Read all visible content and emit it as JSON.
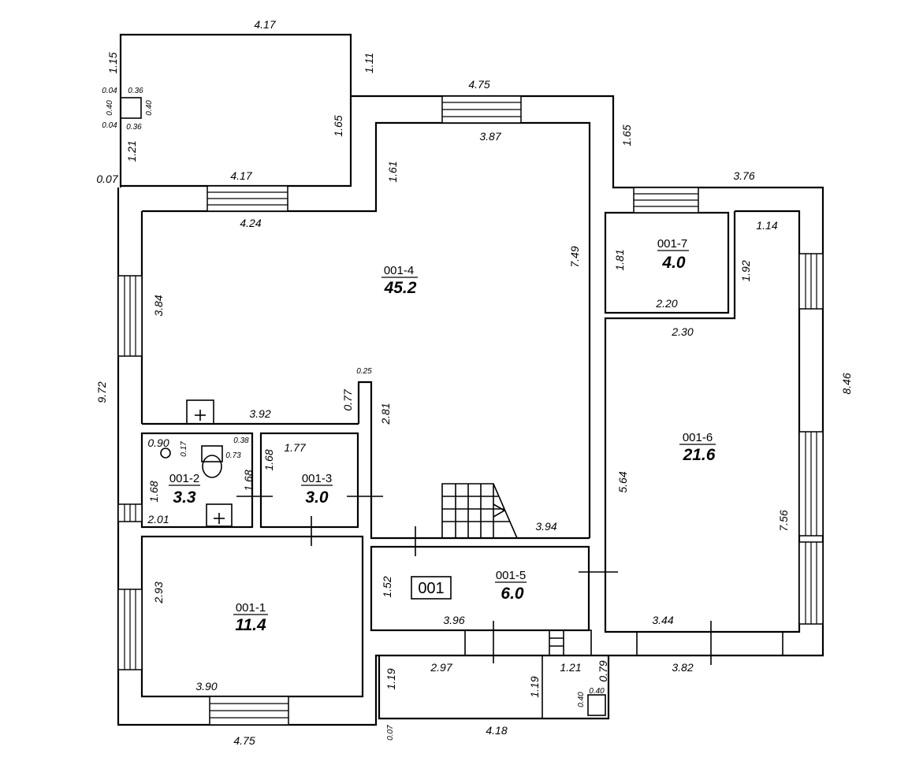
{
  "plan": {
    "title": "Floor plan 001",
    "label": "001",
    "rooms": {
      "r1": {
        "id": "001-1",
        "area": "11.4"
      },
      "r2": {
        "id": "001-2",
        "area": "3.3"
      },
      "r3": {
        "id": "001-3",
        "area": "3.0"
      },
      "r4": {
        "id": "001-4",
        "area": "45.2"
      },
      "r5": {
        "id": "001-5",
        "area": "6.0"
      },
      "r6": {
        "id": "001-6",
        "area": "21.6"
      },
      "r7": {
        "id": "001-7",
        "area": "4.0"
      }
    },
    "dims": {
      "terrace_top": "4.17",
      "terrace_left_upper": "1.15",
      "terrace_right": "1.11",
      "terrace_inner_right": "1.65",
      "terrace_left_lower": "1.21",
      "terrace_corner": "0.07",
      "terrace_inner_bottom": "4.17",
      "hall_top_outer": "4.75",
      "hall_top_inner": "3.87",
      "hall_right_stub": "1.65",
      "hall_inner_left": "1.61",
      "living_top": "4.24",
      "living_left": "3.84",
      "living_height": "7.49",
      "overall_left": "9.72",
      "kitchen_bottom": "3.92",
      "partition_w": "0.25",
      "partition_h": "0.77",
      "stair_wall": "2.81",
      "r2_w": "0.90",
      "r2_a": "0.17",
      "r2_b": "0.38",
      "r2_c": "0.73",
      "r2_left": "1.68",
      "r2_right": "1.68",
      "r2_bottom": "2.01",
      "r3_left": "1.68",
      "r3_top": "1.77",
      "stairs_w": "3.94",
      "r7_top": "1.14",
      "r7_left": "1.81",
      "r7_right": "1.92",
      "r7_bottom": "2.20",
      "r6_top_outer": "3.76",
      "r6_top_inner": "2.30",
      "r6_outer_right": "8.46",
      "r6_left": "5.64",
      "r6_right": "7.56",
      "r6_bottom": "3.44",
      "r6_outer_bottom": "3.82",
      "r5_left": "1.52",
      "r5_bottom": "3.96",
      "r1_left": "2.93",
      "r1_bottom": "3.90",
      "overall_bottom": "4.75",
      "porch_left": "1.19",
      "porch_top": "2.97",
      "porch_inner": "1.19",
      "porch_step": "1.21",
      "porch_right": "0.79",
      "porch_box_w": "0.40",
      "porch_box_h": "0.40",
      "porch_bottom": "4.18",
      "porch_corner": "0.07",
      "vent_a": "0.04",
      "vent_b": "0.36",
      "vent_c": "0.40",
      "vent_d": "0.40",
      "vent_e": "0.04",
      "vent_f": "0.36"
    }
  }
}
